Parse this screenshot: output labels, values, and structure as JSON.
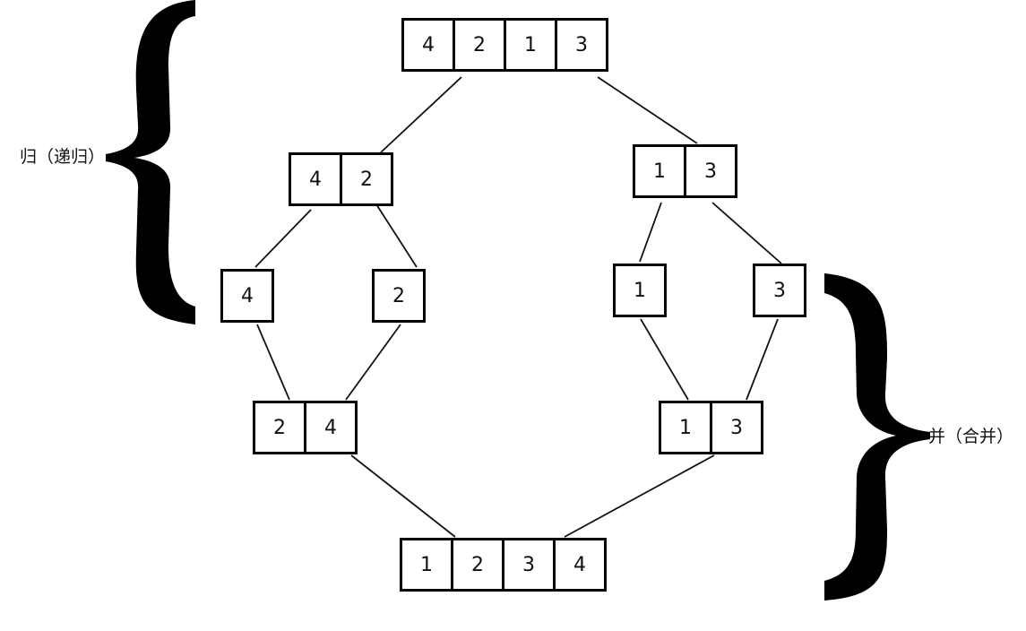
{
  "labels": {
    "left": "归（递归）",
    "right": "并（合并）"
  },
  "rows": {
    "top": [
      [
        "4",
        "2",
        "1",
        "3"
      ]
    ],
    "split_l2": [
      [
        "4",
        "2"
      ],
      [
        "1",
        "3"
      ]
    ],
    "singles": [
      [
        "4"
      ],
      [
        "2"
      ],
      [
        "1"
      ],
      [
        "3"
      ]
    ],
    "merged_l2": [
      [
        "2",
        "4"
      ],
      [
        "1",
        "3"
      ]
    ],
    "bottom": [
      [
        "1",
        "2",
        "3",
        "4"
      ]
    ]
  }
}
